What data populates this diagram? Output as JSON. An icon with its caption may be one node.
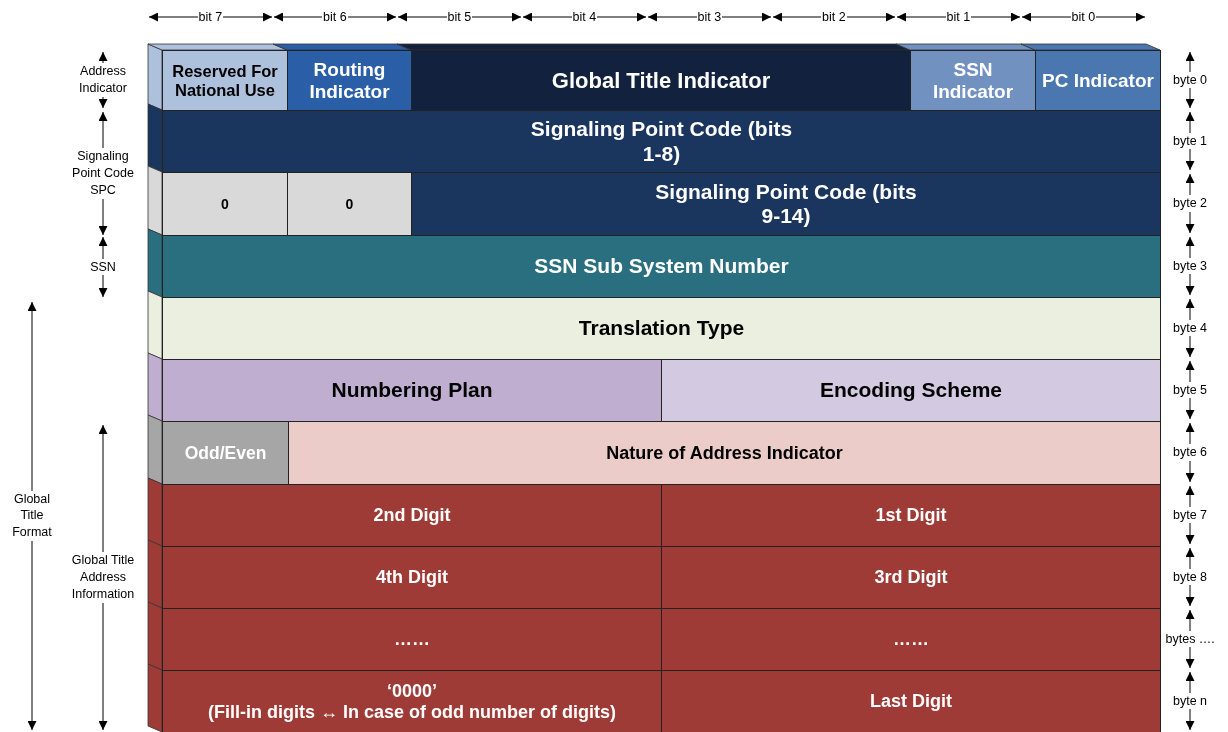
{
  "diagram": {
    "nodes": [
      {
        "text": [
          "Reserved For National Use"
        ]
      },
      {
        "text": [
          "Routing Indicator"
        ]
      },
      {
        "text": [
          "Global Title Indicator"
        ]
      },
      {
        "text": [
          "SSN Indicator"
        ]
      },
      {
        "text": [
          "PC Indicator"
        ]
      },
      {
        "text": [
          "Signaling Point Code (bits 1-8)"
        ]
      },
      {
        "text": [
          "0"
        ]
      },
      {
        "text": [
          "0"
        ]
      },
      {
        "text": [
          "Signaling Point Code (bits 9-14)"
        ]
      },
      {
        "text": [
          "SSN Sub System Number"
        ]
      },
      {
        "text": [
          "Translation Type"
        ]
      },
      {
        "text": [
          "Numbering Plan"
        ]
      },
      {
        "text": [
          "Encoding Scheme"
        ]
      },
      {
        "text": [
          "Odd/Even"
        ]
      },
      {
        "text": [
          "Nature of Address Indicator"
        ]
      },
      {
        "text": [
          "2nd Digit"
        ]
      },
      {
        "text": [
          "1st Digit"
        ]
      },
      {
        "text": [
          "4th Digit"
        ]
      },
      {
        "text": [
          "3rd Digit"
        ]
      },
      {
        "text": [
          "……"
        ]
      },
      {
        "text": [
          "……"
        ]
      },
      {
        "text": [
          "‘0000’",
          "(Fill-in digits ↔ In case of odd number of digits)"
        ]
      },
      {
        "text": [
          "Last Digit"
        ]
      }
    ],
    "labels": [
      "bit 7",
      "bit 6",
      "bit 5",
      "bit 4",
      "bit 3",
      "bit 2",
      "bit 1",
      "bit 0",
      "Address Indicator",
      "Signaling Point Code SPC",
      "SSN",
      "Global Title Format",
      "Global Title Address Information",
      "byte 0",
      "byte 1",
      "byte 2",
      "byte 3",
      "byte 4",
      "byte 5",
      "byte 6",
      "byte 7",
      "byte 8",
      "bytes ….",
      "byte n"
    ]
  }
}
